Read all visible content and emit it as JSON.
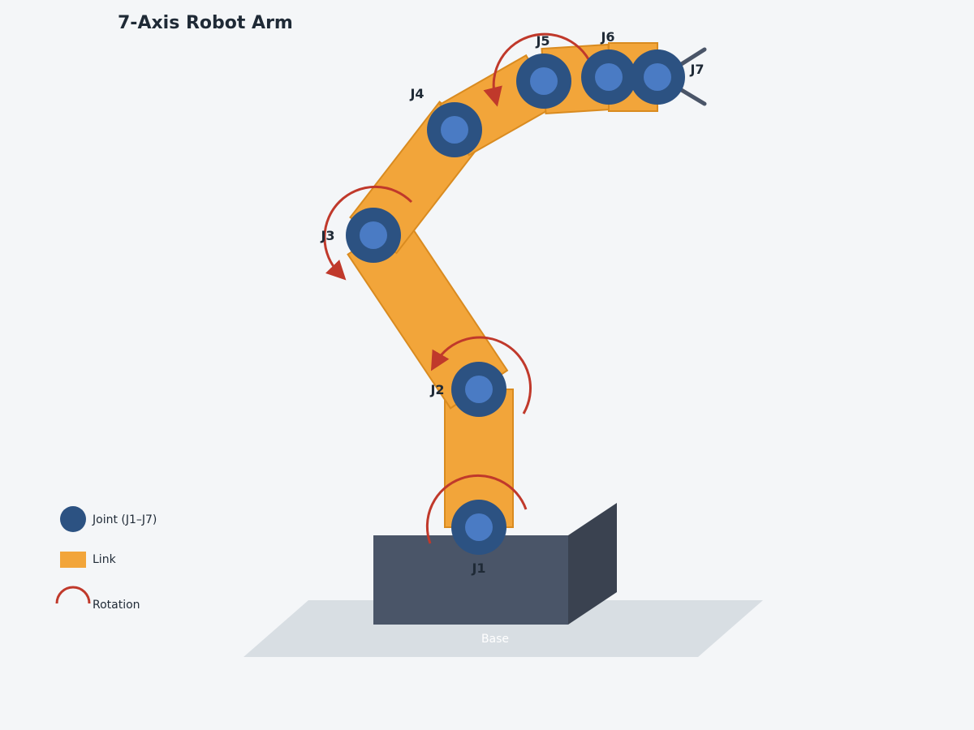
{
  "title": "7-Axis Robot Arm",
  "base_label": "Base",
  "joints": [
    {
      "id": "j1",
      "label": "J1"
    },
    {
      "id": "j2",
      "label": "J2"
    },
    {
      "id": "j3",
      "label": "J3"
    },
    {
      "id": "j4",
      "label": "J4"
    },
    {
      "id": "j5",
      "label": "J5"
    },
    {
      "id": "j6",
      "label": "J6"
    },
    {
      "id": "j7",
      "label": "J7"
    }
  ],
  "legend": {
    "joint": "Joint (J1–J7)",
    "link": "Link",
    "rotation": "Rotation"
  },
  "colors": {
    "background": "#f4f6f8",
    "joint_outer": "#2c5282",
    "joint_inner": "#4a7bc4",
    "link_fill": "#f2a53a",
    "link_stroke": "#d98b20",
    "rotation": "#c0392b",
    "base_front": "#4a5568",
    "base_side": "#3a4250",
    "floor": "#d8dee3",
    "gripper": "#4a5568"
  }
}
